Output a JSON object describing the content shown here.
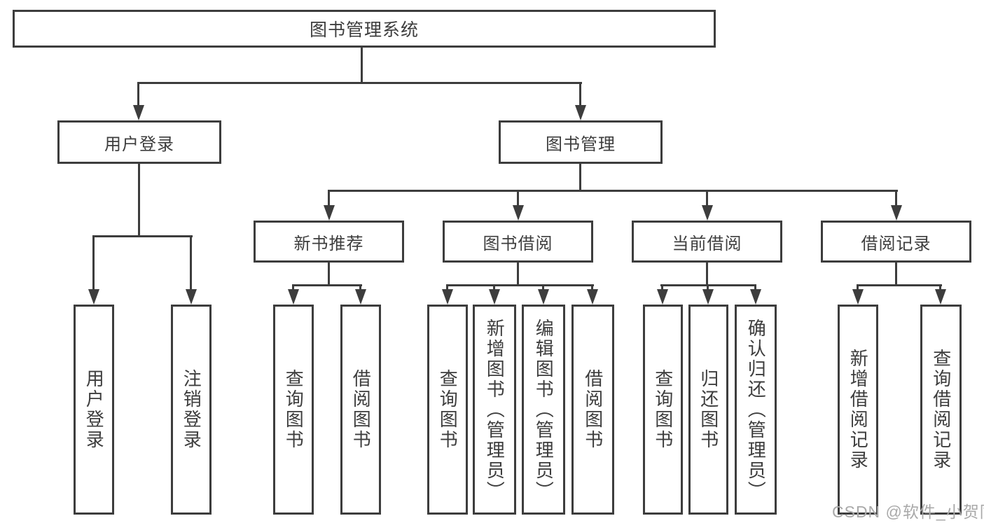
{
  "nodes": {
    "root": "图书管理系统",
    "user_login": "用户登录",
    "book_mgmt": "图书管理",
    "new_book": "新书推荐",
    "book_borrow": "图书借阅",
    "current_borrow": "当前借阅",
    "borrow_record": "借阅记录",
    "ul_login": "用户登录",
    "ul_logout": "注销登录",
    "nb_query": "查询图书",
    "nb_borrow": "借阅图书",
    "bb_query": "查询图书",
    "bb_add": "新增图书（管理员）",
    "bb_edit": "编辑图书（管理员）",
    "bb_borrow": "借阅图书",
    "cb_query": "查询图书",
    "cb_return": "归还图书",
    "cb_confirm": "确认归还（管理员）",
    "br_add": "新增借阅记录",
    "br_query": "查询借阅记录"
  },
  "watermark": "CSDN @软件_小贺同学",
  "colors": {
    "line": "#3d3d3d",
    "text": "#3d3d3d",
    "watermark": "#a9a9a9",
    "background": "#ffffff"
  }
}
